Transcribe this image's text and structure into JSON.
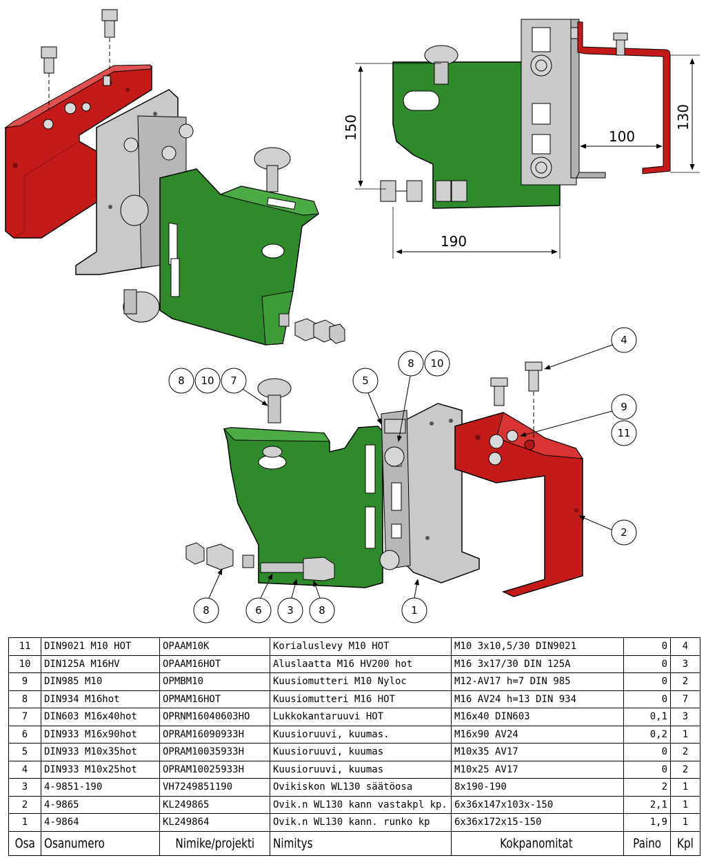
{
  "dimensions": {
    "d150": "150",
    "d130": "130",
    "d100": "100",
    "d190": "190"
  },
  "balloons": {
    "b1": "1",
    "b2": "2",
    "b3": "3",
    "b4": "4",
    "b5": "5",
    "b6": "6",
    "b7": "7",
    "b8a": "8",
    "b8b": "8",
    "b8c": "8",
    "b8d": "8",
    "b9": "9",
    "b10a": "10",
    "b10b": "10",
    "b11": "11"
  },
  "colors": {
    "red_part": "#c41a1a",
    "gray_part": "#c9c9c9",
    "green_part": "#2f8a2b",
    "dim_red": "#cc2222"
  },
  "bom": {
    "header": {
      "osa": "Osa",
      "osanumero": "Osanumero",
      "nimike": "Nimike/projekti",
      "nimitys": "Nimitys",
      "kokpanomitat": "Kokpanomitat",
      "paino": "Paino",
      "kpl": "Kpl"
    },
    "rows": [
      {
        "osa": "11",
        "osanumero": "DIN9021 M10 HOT",
        "nimike": "OPAAM10K",
        "nimitys": "Korialuslevy M10 HOT",
        "mitat": "M10 3x10,5/30 DIN9021",
        "paino": "0",
        "kpl": "4"
      },
      {
        "osa": "10",
        "osanumero": "DIN125A M16HV",
        "nimike": "OPAAM16HOT",
        "nimitys": "Aluslaatta M16 HV200 hot",
        "mitat": "M16 3x17/30 DIN 125A",
        "paino": "0",
        "kpl": "3"
      },
      {
        "osa": "9",
        "osanumero": "DIN985 M10",
        "nimike": "OPMBM10",
        "nimitys": "Kuusiomutteri M10 Nyloc",
        "mitat": "M12-AV17 h=7 DIN 985",
        "paino": "0",
        "kpl": "2"
      },
      {
        "osa": "8",
        "osanumero": "DIN934 M16hot",
        "nimike": "OPMAM16HOT",
        "nimitys": "Kuusiomutteri M16 HOT",
        "mitat": "M16 AV24 h=13 DIN 934",
        "paino": "0",
        "kpl": "7"
      },
      {
        "osa": "7",
        "osanumero": "DIN603 M16x40hot",
        "nimike": "OPRNM16040603HO",
        "nimitys": "Lukkokantaruuvi HOT",
        "mitat": "M16x40 DIN603",
        "paino": "0,1",
        "kpl": "3"
      },
      {
        "osa": "6",
        "osanumero": "DIN933 M16x90hot",
        "nimike": "OPRAM16090933H",
        "nimitys": "Kuusioruuvi, kuumas.",
        "mitat": "M16x90 AV24",
        "paino": "0,2",
        "kpl": "1"
      },
      {
        "osa": "5",
        "osanumero": "DIN933 M10x35hot",
        "nimike": "OPRAM10035933H",
        "nimitys": "Kuusioruuvi, kuumas",
        "mitat": "M10x35 AV17",
        "paino": "0",
        "kpl": "2"
      },
      {
        "osa": "4",
        "osanumero": "DIN933 M10x25hot",
        "nimike": "OPRAM10025933H",
        "nimitys": "Kuusioruuvi, kuumas",
        "mitat": "M10x25 AV17",
        "paino": "0",
        "kpl": "2"
      },
      {
        "osa": "3",
        "osanumero": "4-9851-190",
        "nimike": "VH7249851190",
        "nimitys": "Ovikiskon WL130 säätöosa",
        "mitat": "8x190-190",
        "paino": "2",
        "kpl": "1"
      },
      {
        "osa": "2",
        "osanumero": "4-9865",
        "nimike": "KL249865",
        "nimitys": "Ovik.n WL130 kann vastakpl kp.",
        "mitat": "6x36x147x103x-150",
        "paino": "2,1",
        "kpl": "1"
      },
      {
        "osa": "1",
        "osanumero": "4-9864",
        "nimike": "KL249864",
        "nimitys": "Ovik.n WL130 kann. runko kp",
        "mitat": "6x36x172x15-150",
        "paino": "1,9",
        "kpl": "1"
      }
    ]
  }
}
